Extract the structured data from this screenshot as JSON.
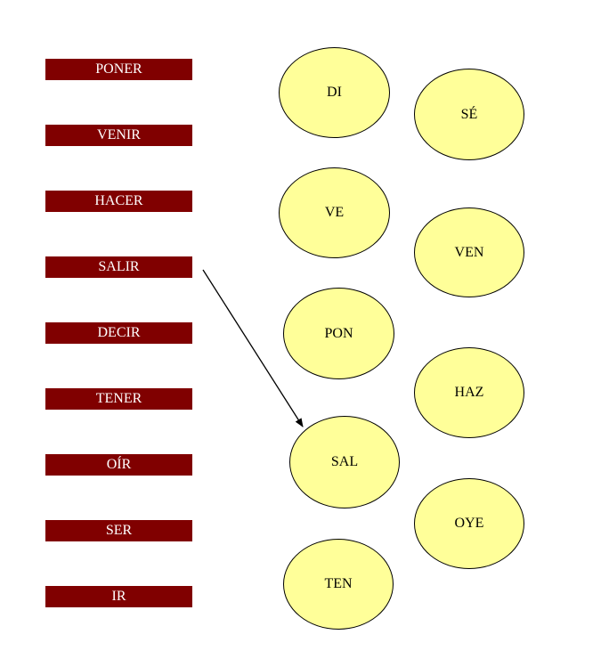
{
  "verbs": [
    "PONER",
    "VENIR",
    "HACER",
    "SALIR",
    "DECIR",
    "TENER",
    "OÍR",
    "SER",
    "IR"
  ],
  "imperatives": [
    "DI",
    "SÉ",
    "VE",
    "VEN",
    "PON",
    "HAZ",
    "SAL",
    "OYE",
    "TEN"
  ],
  "connections": [
    {
      "from": "SALIR",
      "to": "SAL"
    }
  ],
  "colors": {
    "verb_box": "#800000",
    "verb_text": "#ffffff",
    "bubble_fill": "#ffff99",
    "bubble_border": "#000000",
    "arrow": "#000000"
  }
}
